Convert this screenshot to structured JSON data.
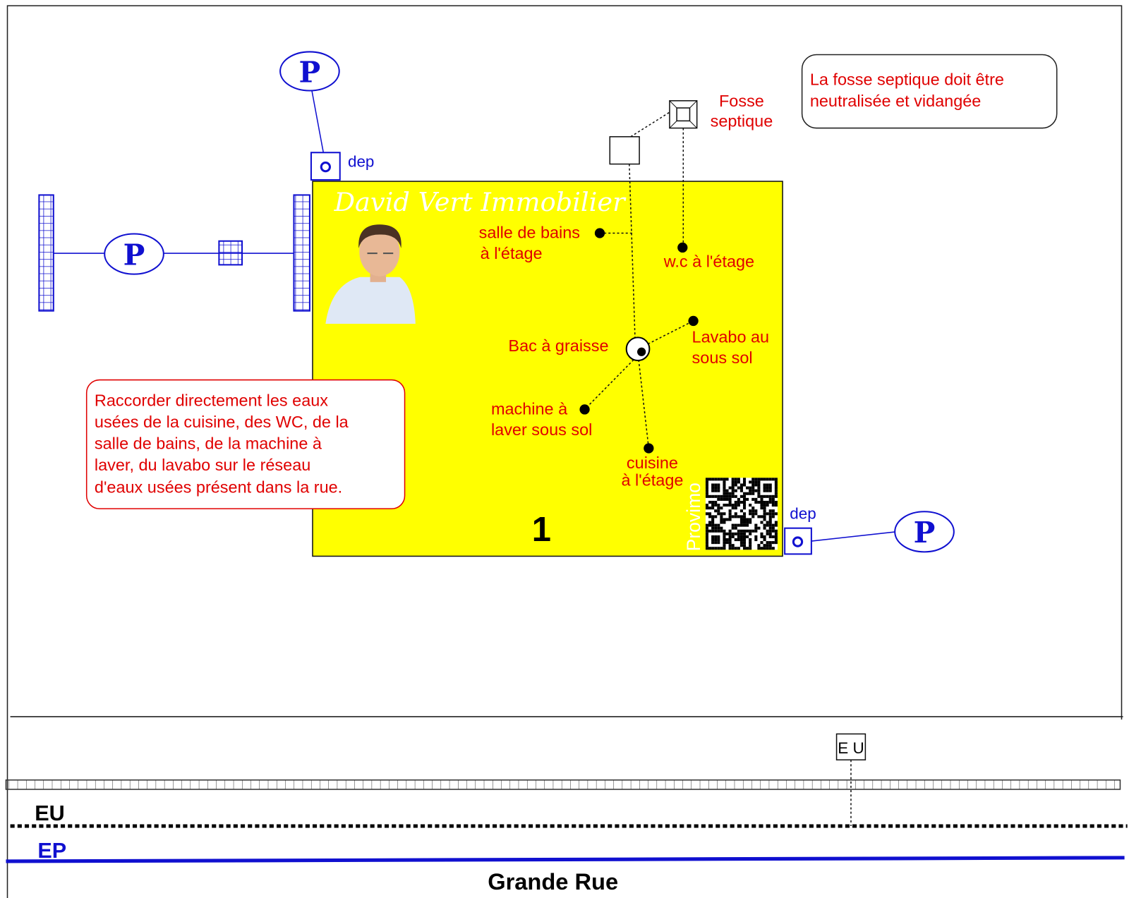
{
  "watermark": {
    "brand": "David Vert Immobilier",
    "qr_label": "Provimo"
  },
  "building": {
    "number": "1"
  },
  "labels": {
    "dep_top": "dep",
    "dep_bottom": "dep",
    "parking": "P",
    "fosse": [
      "Fosse",
      "septique"
    ],
    "salle_de_bains": [
      "salle de bains",
      "à l'étage"
    ],
    "wc": "w.c à l'étage",
    "bac": "Bac à graisse",
    "lavabo": [
      "Lavabo au",
      "sous sol"
    ],
    "machine": [
      "machine à",
      "laver sous sol"
    ],
    "cuisine": [
      "cuisine",
      "à l'étage"
    ],
    "eu_box": "E U",
    "eu_line": "EU",
    "ep_line": "EP",
    "street": "Grande Rue"
  },
  "notes": {
    "septic": [
      "La fosse septique doit être",
      "neutralisée et vidangée"
    ],
    "connect": [
      "Raccorder directement les eaux",
      "usées de la cuisine, des WC, de la",
      "salle de bains, de la machine à",
      "laver, du lavabo sur le réseau",
      "d'eaux usées présent dans la rue."
    ]
  },
  "colors": {
    "building": "#ffff00",
    "annotation": "#e00000",
    "network_ep": "#1010d0"
  }
}
